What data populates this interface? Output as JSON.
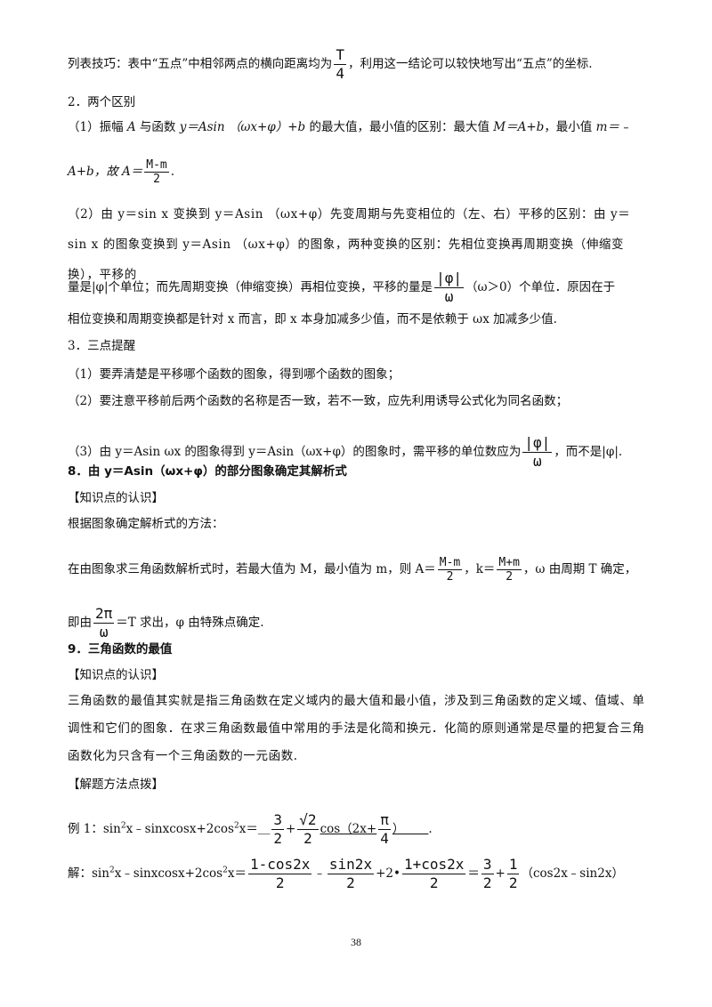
{
  "p1": {
    "a": "列表技巧：表中“五点”中相邻两点的横向距离均为",
    "f_num": "T",
    "f_den": "4",
    "b": "，利用这一结论可以较快地写出“五点”的坐标."
  },
  "h2": "2．两个区别",
  "p3": {
    "a": "（1）振幅 ",
    "A": "A",
    "b": " 与函数 ",
    "expr": "y＝Asin （ωx+φ）+b",
    "c": " 的最大值，最小值的区别：最大值 ",
    "M": "M＝A+b",
    "d": "，最小值 ",
    "m": "m＝﹣"
  },
  "p4": {
    "a": "A+b，故 A＝",
    "f_num": "M-m",
    "f_den": "2",
    "b": "."
  },
  "p5": "（2）由 y＝sin x 变换到 y＝Asin （ωx+φ）先变周期与先变相位的（左、右）平移的区别：由 y＝sin x 的图象变换到 y＝Asin （ωx+φ）的图象，两种变换的区别：先相位变换再周期变换（伸缩变换），平移的",
  "p6": {
    "a": "量是|φ|个单位；而先周期变换（伸缩变换）再相位变换，平移的量是",
    "f_num": "|φ|",
    "f_den": "ω",
    "b": "（ω＞0）个单位．原因在于"
  },
  "p7": "相位变换和周期变换都是针对 x 而言，即 x 本身加减多少值，而不是依赖于 ωx 加减多少值.",
  "h8": "3．三点提醒",
  "p9": "（1）要弄清楚是平移哪个函数的图象，得到哪个函数的图象；",
  "p10": "（2）要注意平移前后两个函数的名称是否一致，若不一致，应先利用诱导公式化为同名函数；",
  "p11": {
    "a": "（3）由 y＝Asin ωx 的图象得到 y＝Asin（ωx+φ）的图象时，需平移的单位数应为",
    "f_num": "|φ|",
    "f_den": "ω",
    "b": "，而不是|φ|."
  },
  "h12": "8．由 y＝Asin（ωx+φ）的部分图象确定其解析式",
  "p13": "【知识点的认识】",
  "p14": "根据图象确定解析式的方法：",
  "p15": {
    "a": "在由图象求三角函数解析式时，若最大值为 M，最小值为 m，则 A＝",
    "f1_num": "M-m",
    "f1_den": "2",
    "b": "，k＝",
    "f2_num": "M+m",
    "f2_den": "2",
    "c": "，ω 由周期 T 确定，"
  },
  "p16": {
    "a": "即由",
    "f_num": "2π",
    "f_den": "ω",
    "b": "＝T 求出，φ 由特殊点确定."
  },
  "h17": "9．三角函数的最值",
  "p18": "【知识点的认识】",
  "p19": "三角函数的最值其实就是指三角函数在定义域内的最大值和最小值，涉及到三角函数的定义域、值域、单调性和它们的图象．在求三角函数最值中常用的手法是化简和换元．化简的原则通常是尽量的把复合三角函数化为只含有一个三角函数的一元函数.",
  "p20": "【解题方法点拨】",
  "p21": {
    "a": "例 1：sin",
    "sup": "2",
    "b": "x﹣sinxcosx+2cos",
    "c": "x＝",
    "u": "＿",
    "f1_num": "3",
    "f1_den": "2",
    "plus": "+",
    "f2_num": "√2",
    "f2_den": "2",
    "cos": "cos（2x+",
    "f3_num": "π",
    "f3_den": "4",
    "d": "）＿＿",
    "e": "."
  },
  "p22": {
    "a": "解：sin",
    "sup": "2",
    "b": "x﹣sinxcosx+2cos",
    "c": "x＝",
    "f1_num": "1-cos2x",
    "f1_den": "2",
    "m": "﹣",
    "f2_num": "sin2x",
    "f2_den": "2",
    "p": "+2•",
    "f3_num": "1+cos2x",
    "f3_den": "2",
    "eq": "＝",
    "f4_num": "3",
    "f4_den": "2",
    "plus": "+",
    "f5_num": "1",
    "f5_den": "2",
    "d": "（cos2x﹣sin2x）"
  },
  "page_number": "38"
}
